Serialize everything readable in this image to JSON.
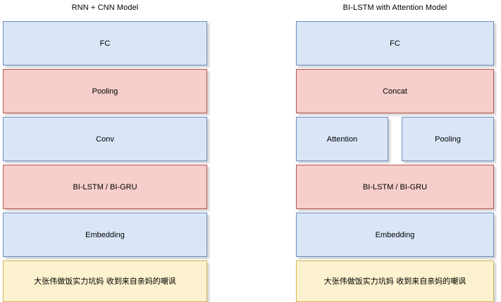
{
  "diagram": {
    "title": "",
    "colors": {
      "blue_fill": "#dae6f7",
      "blue_border": "#6c8ebf",
      "red_fill": "#f6cecc",
      "red_border": "#b85450",
      "yellow_fill": "#fcf2cf",
      "yellow_border": "#d6b656",
      "background": "#ffffff",
      "text": "#000000"
    },
    "columns": [
      {
        "id": "rnn-cnn",
        "title": "RNN + CNN Model",
        "rows": [
          {
            "id": "fc",
            "boxes": [
              {
                "label": "FC",
                "style": "blue"
              }
            ]
          },
          {
            "id": "pooling",
            "boxes": [
              {
                "label": "Pooling",
                "style": "red"
              }
            ]
          },
          {
            "id": "conv",
            "boxes": [
              {
                "label": "Conv",
                "style": "blue"
              }
            ]
          },
          {
            "id": "rnn",
            "boxes": [
              {
                "label": "BI-LSTM / BI-GRU",
                "style": "red"
              }
            ]
          },
          {
            "id": "embedding",
            "boxes": [
              {
                "label": "Embedding",
                "style": "blue"
              }
            ]
          },
          {
            "id": "input",
            "boxes": [
              {
                "label": "大张伟做饭实力坑妈 收到来自亲妈的嘲讽",
                "style": "yellow"
              }
            ]
          }
        ]
      },
      {
        "id": "bilstm-attention",
        "title": "BI-LSTM with Attention Model",
        "rows": [
          {
            "id": "fc",
            "boxes": [
              {
                "label": "FC",
                "style": "blue"
              }
            ]
          },
          {
            "id": "concat",
            "boxes": [
              {
                "label": "Concat",
                "style": "red"
              }
            ]
          },
          {
            "id": "attn-pool",
            "boxes": [
              {
                "label": "Attention",
                "style": "blue"
              },
              {
                "label": "Pooling",
                "style": "blue"
              }
            ]
          },
          {
            "id": "rnn",
            "boxes": [
              {
                "label": "BI-LSTM / BI-GRU",
                "style": "red"
              }
            ]
          },
          {
            "id": "embedding",
            "boxes": [
              {
                "label": "Embedding",
                "style": "blue"
              }
            ]
          },
          {
            "id": "input",
            "boxes": [
              {
                "label": "大张伟做饭实力坑妈 收到来自亲妈的嘲讽",
                "style": "yellow"
              }
            ]
          }
        ]
      }
    ]
  }
}
